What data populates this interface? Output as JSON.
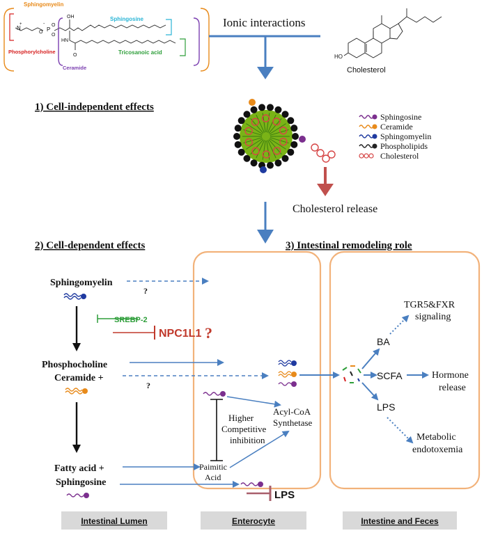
{
  "structure": {
    "sphingomyelin": "Sphingomyelin",
    "sphingosine": "Sphingosine",
    "phosphorylcholine": "Phosphorylcholine",
    "tricosanoic_acid": "Tricosanoic acid",
    "ceramide": "Ceramide",
    "ionic_interactions": "Ionic interactions",
    "cholesterol": "Cholesterol",
    "ho": "HO",
    "atom_labels": {
      "n": "N",
      "o_minus": "O",
      "p": "P",
      "o1": "O",
      "o2": "O",
      "oh": "OH",
      "hn": "HN",
      "o3": "O",
      "plus": "+",
      "minus": "-"
    }
  },
  "section_headings": {
    "cell_independent": "1) Cell-independent effects",
    "cell_dependent": "2) Cell-dependent effects",
    "intestinal_remodeling": "3) Intestinal remodeling role"
  },
  "legend": {
    "items": [
      {
        "label": "Sphingosine",
        "icon": "wavy-line-purple-dot",
        "color": "#7b2f8e"
      },
      {
        "label": "Ceramide",
        "icon": "wavy-line-orange-dot",
        "color": "#e88a1a"
      },
      {
        "label": "Sphingomyelin",
        "icon": "wavy-line-blue-dot",
        "color": "#1f3aa0"
      },
      {
        "label": "Phospholipids",
        "icon": "wavy-line-gray-dot",
        "color": "#222222"
      },
      {
        "label": "Cholesterol",
        "icon": "red-ring-chain",
        "color": "#d64545"
      }
    ]
  },
  "flow": {
    "cholesterol_release": "Cholesterol release",
    "sphingomyelin": "Sphingomyelin",
    "question": "?",
    "srebp2": "SREBP-2",
    "npc1l1": "NPC1L1",
    "red_question": "?",
    "phosphocholine": "Phosphocholine",
    "ceramide_plus": "Ceramide +",
    "fatty_acid_plus": "Fatty acid +",
    "sphingosine": "Sphingosine",
    "higher": "Higher",
    "competitive": "Competitive",
    "inhibition": "inhibition",
    "acyl_coa": "Acyl-CoA",
    "synthetase": "Synthetase",
    "paimitic": "Paimitic",
    "acid": "Acid",
    "lps_block": "LPS",
    "tgr5": "TGR5&FXR",
    "signaling": "signaling",
    "ba": "BA",
    "scfa": "SCFA",
    "hormone": "Hormone",
    "release": "release",
    "lps": "LPS",
    "metabolic": "Metabolic",
    "endotoxemia": "endotoxemia"
  },
  "footer": {
    "intestinal_lumen": "Intestinal Lumen",
    "enterocyte": "Enterocyte",
    "intestine_feces": "Intestine and Feces"
  },
  "colors": {
    "arrow_blue": "#4a7fc0",
    "inhibit_red": "#c0392b",
    "inhibit_green": "#2e9e3a",
    "panel_border": "#f2b27a",
    "footer_bg": "#d9d9d9",
    "micelle_core": "#7ab317"
  }
}
